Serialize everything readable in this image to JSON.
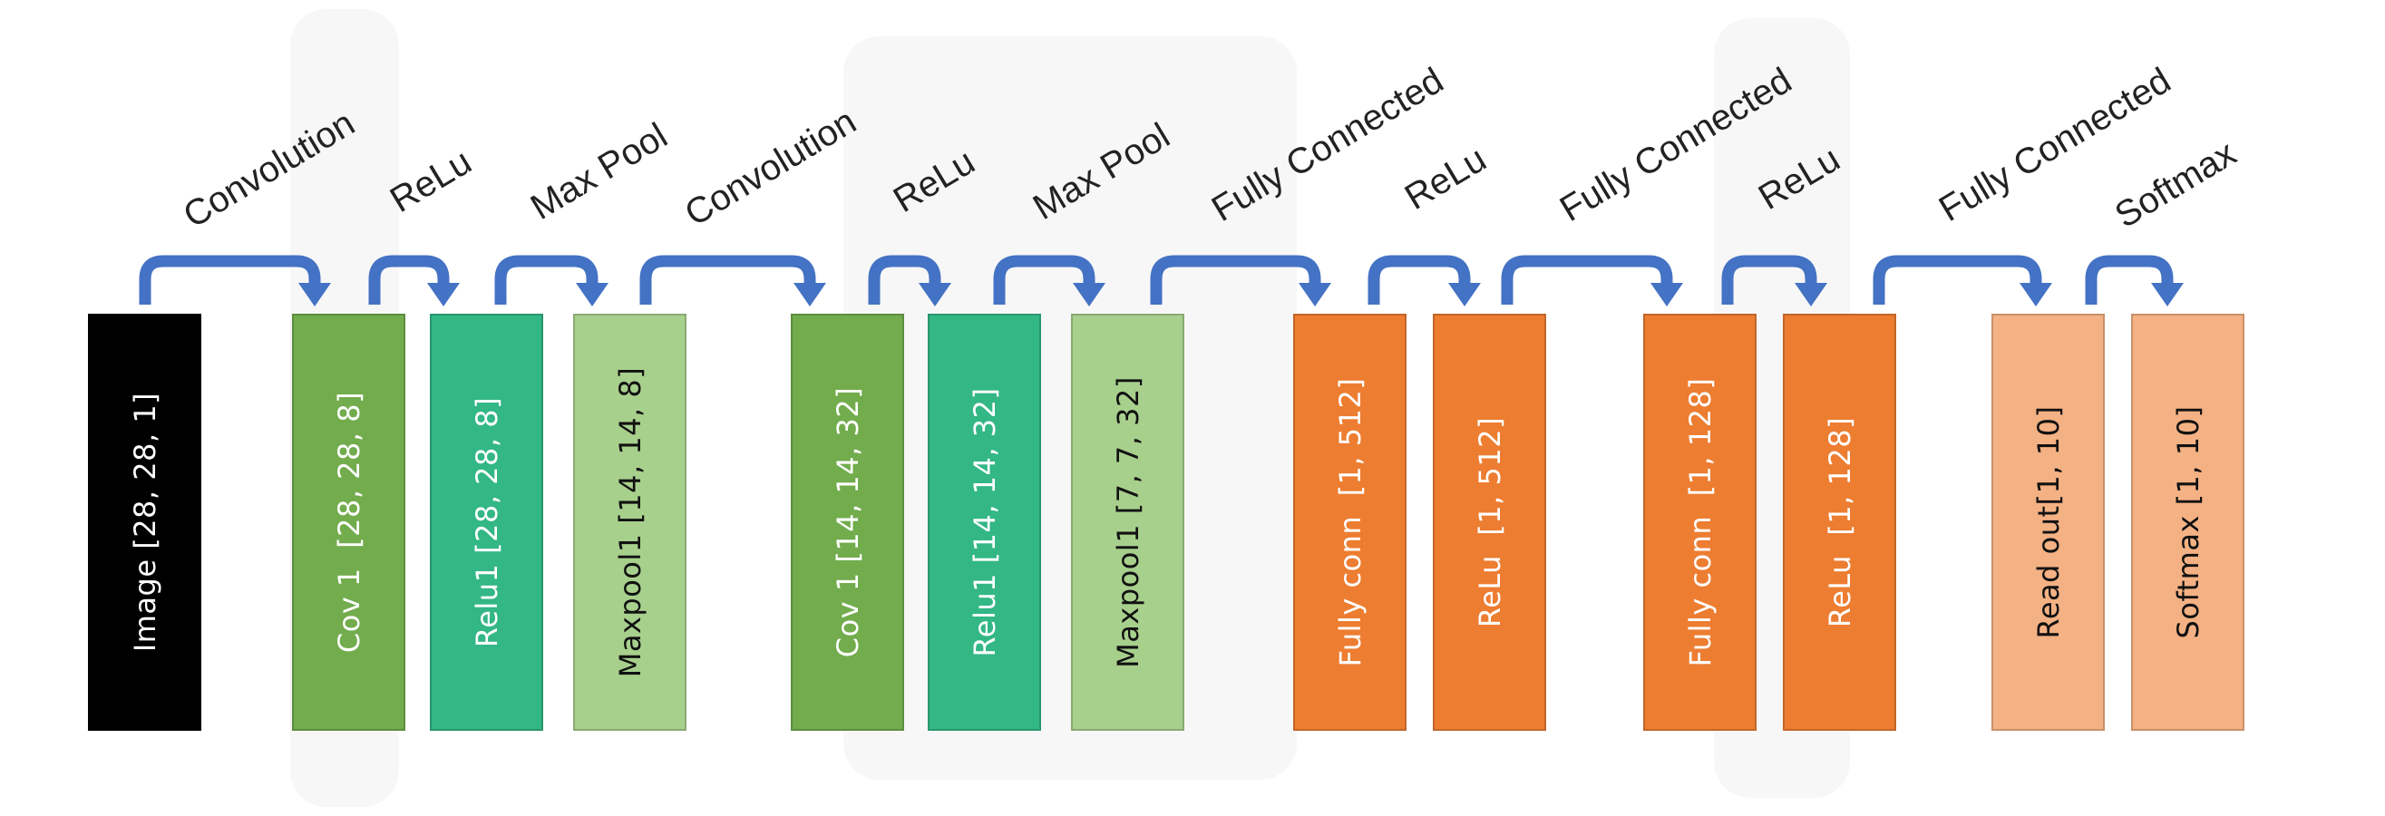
{
  "diagram": {
    "blocks": [
      {
        "label": "Image [28, 28, 1]",
        "fill": "#000000",
        "text_color": "#ffffff"
      },
      {
        "label": "Cov 1  [28, 28, 8]",
        "fill": "#72ac4d",
        "text_color": "#ffffff"
      },
      {
        "label": "Relu1 [28, 28, 8]",
        "fill": "#33b785",
        "text_color": "#ffffff"
      },
      {
        "label": "Maxpool1 [14, 14, 8]",
        "fill": "#a8d08d",
        "text_color": "#111111"
      },
      {
        "label": "Cov 1 [14, 14, 32]",
        "fill": "#72ac4d",
        "text_color": "#ffffff"
      },
      {
        "label": "Relu1 [14, 14, 32]",
        "fill": "#33b785",
        "text_color": "#ffffff"
      },
      {
        "label": "Maxpool1 [7, 7, 32]",
        "fill": "#a8d08d",
        "text_color": "#111111"
      },
      {
        "label": "Fully conn  [1, 512]",
        "fill": "#ed7d31",
        "text_color": "#ffffff"
      },
      {
        "label": "ReLu  [1, 512]",
        "fill": "#ed7d31",
        "text_color": "#ffffff"
      },
      {
        "label": "Fully conn  [1, 128]",
        "fill": "#ed7d31",
        "text_color": "#ffffff"
      },
      {
        "label": "ReLu  [1, 128]",
        "fill": "#ed7d31",
        "text_color": "#ffffff"
      },
      {
        "label": "Read out[1, 10]",
        "fill": "#f4b183",
        "text_color": "#111111"
      },
      {
        "label": "Softmax [1, 10]",
        "fill": "#f4b183",
        "text_color": "#111111"
      }
    ],
    "operations": [
      {
        "label": "Convolution"
      },
      {
        "label": "ReLu"
      },
      {
        "label": "Max Pool"
      },
      {
        "label": "Convolution"
      },
      {
        "label": "ReLu"
      },
      {
        "label": "Max Pool"
      },
      {
        "label": "Fully Connected"
      },
      {
        "label": "ReLu"
      },
      {
        "label": "Fully Connected"
      },
      {
        "label": "ReLu"
      },
      {
        "label": "Fully Connected"
      },
      {
        "label": "Softmax"
      }
    ],
    "arrow_color": "#4472c4"
  }
}
